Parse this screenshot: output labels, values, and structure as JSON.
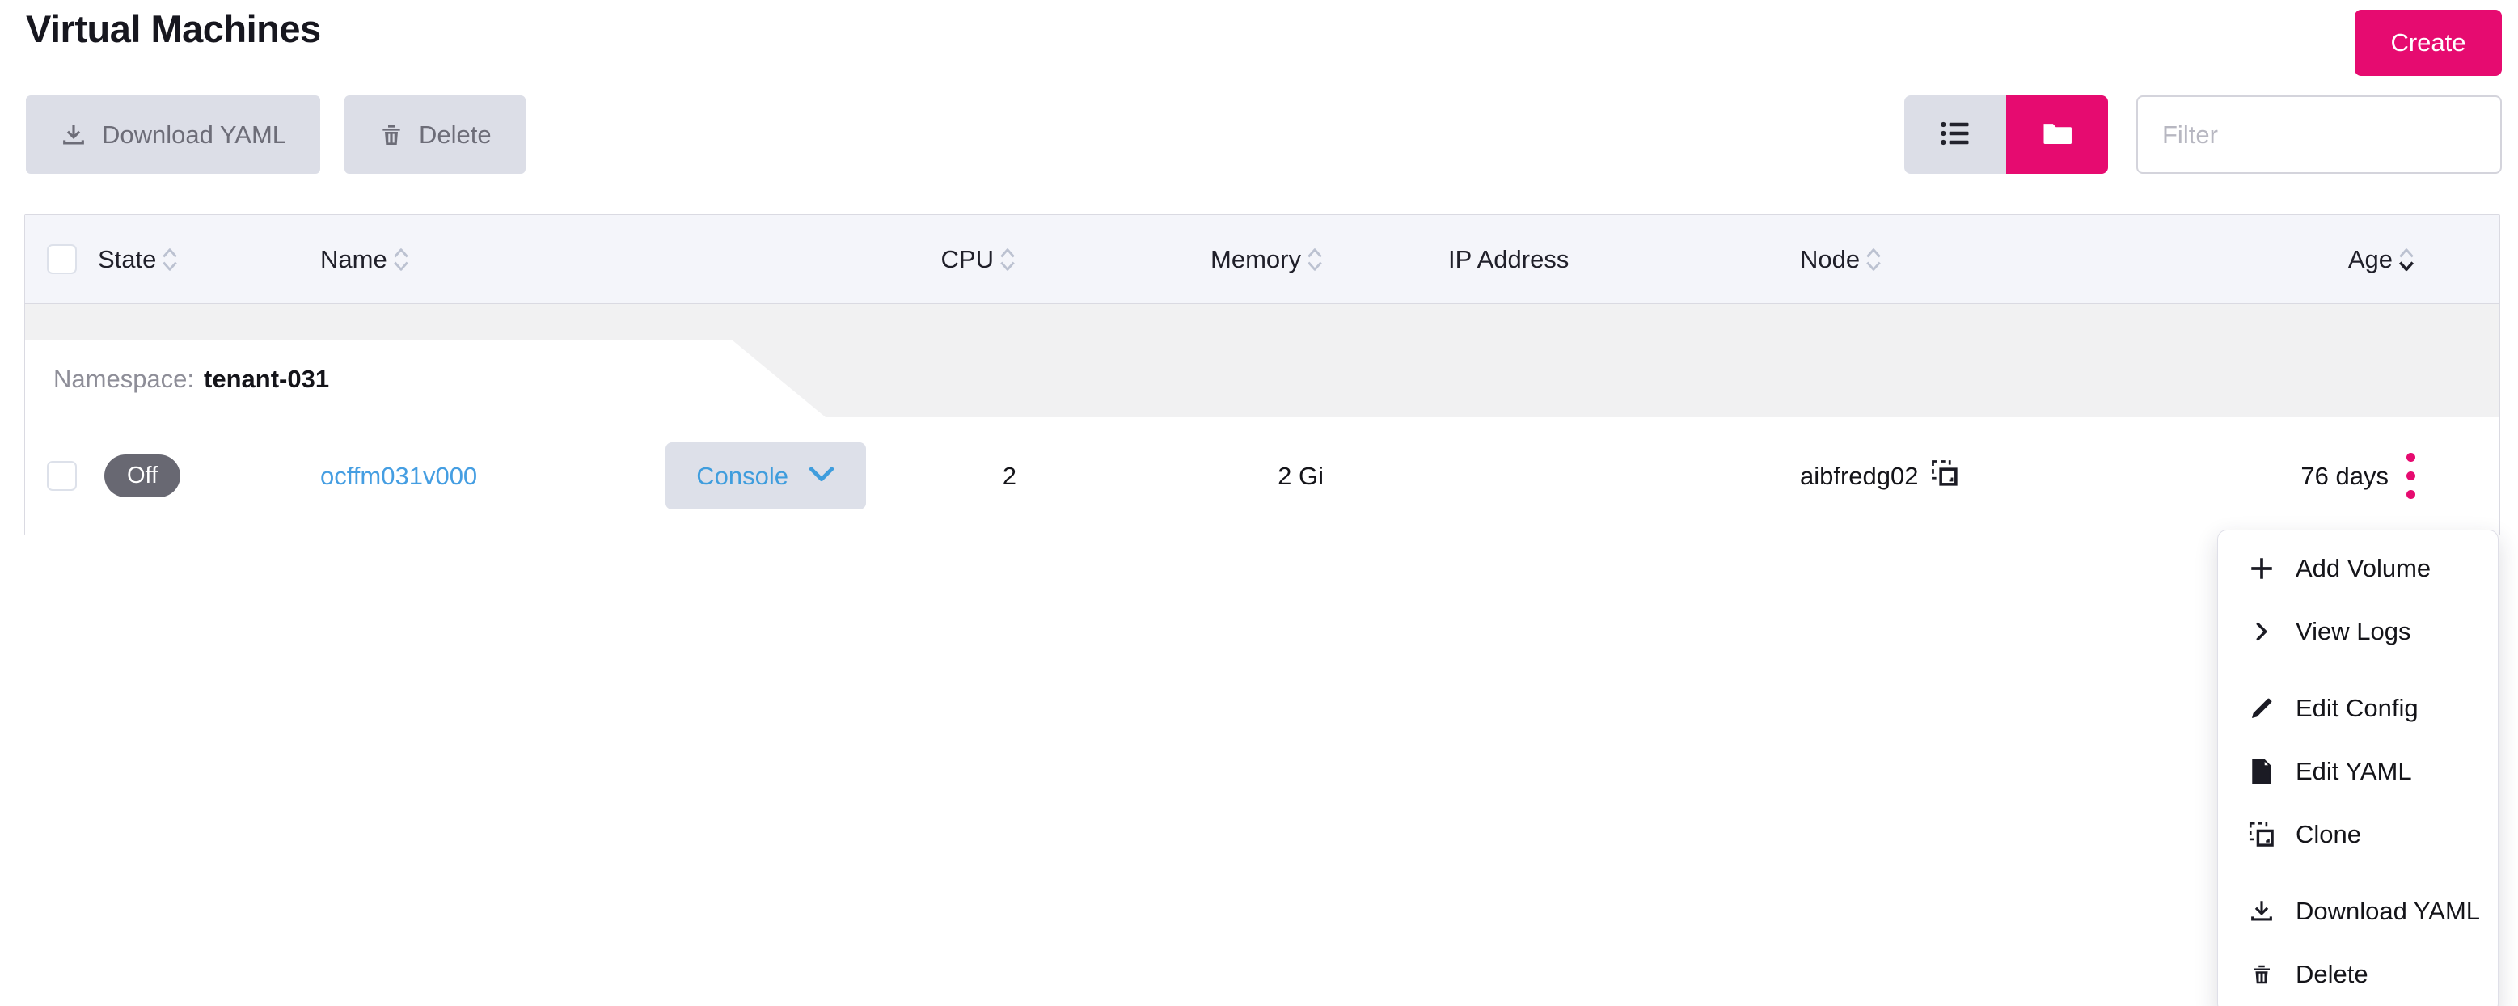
{
  "page": {
    "title": "Virtual Machines"
  },
  "toolbar": {
    "create": "Create",
    "download_yaml": "Download YAML",
    "delete": "Delete",
    "filter_placeholder": "Filter"
  },
  "table": {
    "headers": {
      "state": "State",
      "name": "Name",
      "cpu": "CPU",
      "memory": "Memory",
      "ip": "IP Address",
      "node": "Node",
      "age": "Age"
    },
    "sort": {
      "column": "Age",
      "direction": "desc"
    },
    "group": {
      "label": "Namespace:",
      "value": "tenant-031"
    },
    "row": {
      "state": "Off",
      "name": "ocffm031v000",
      "console": "Console",
      "cpu": "2",
      "memory": "2 Gi",
      "ip": "",
      "node": "aibfredg02",
      "age": "76 days"
    }
  },
  "menu": {
    "items": [
      {
        "label": "Add Volume",
        "icon": "plus-icon"
      },
      {
        "label": "View Logs",
        "icon": "angle-right-icon"
      },
      {
        "label": "Edit Config",
        "icon": "pencil-icon"
      },
      {
        "label": "Edit YAML",
        "icon": "file-icon"
      },
      {
        "label": "Clone",
        "icon": "copy-icon"
      },
      {
        "label": "Download YAML",
        "icon": "download-icon"
      },
      {
        "label": "Delete",
        "icon": "trash-icon"
      }
    ]
  },
  "colors": {
    "accent": "#e60b70",
    "link": "#459ee2",
    "badge_off": "#686872"
  }
}
